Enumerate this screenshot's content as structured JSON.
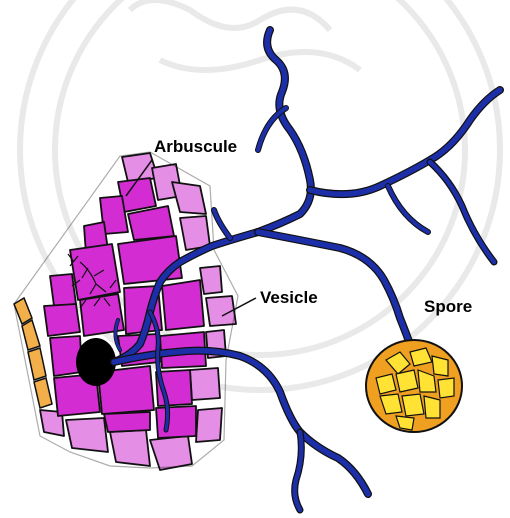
{
  "labels": {
    "arbuscule": "Arbuscule",
    "vesicle": "Vesicle",
    "spore": "Spore"
  },
  "colors": {
    "cell_dark": "#d22cd2",
    "cell_light": "#e58ee5",
    "cell_outline": "#111111",
    "edge_cells": "#f3b04a",
    "hyphae": "#1c2fa8",
    "vesicle": "#000000",
    "spore_wall": "#f0a020",
    "spore_globules": "#ffe233",
    "watermark": "#e9e9e9"
  }
}
